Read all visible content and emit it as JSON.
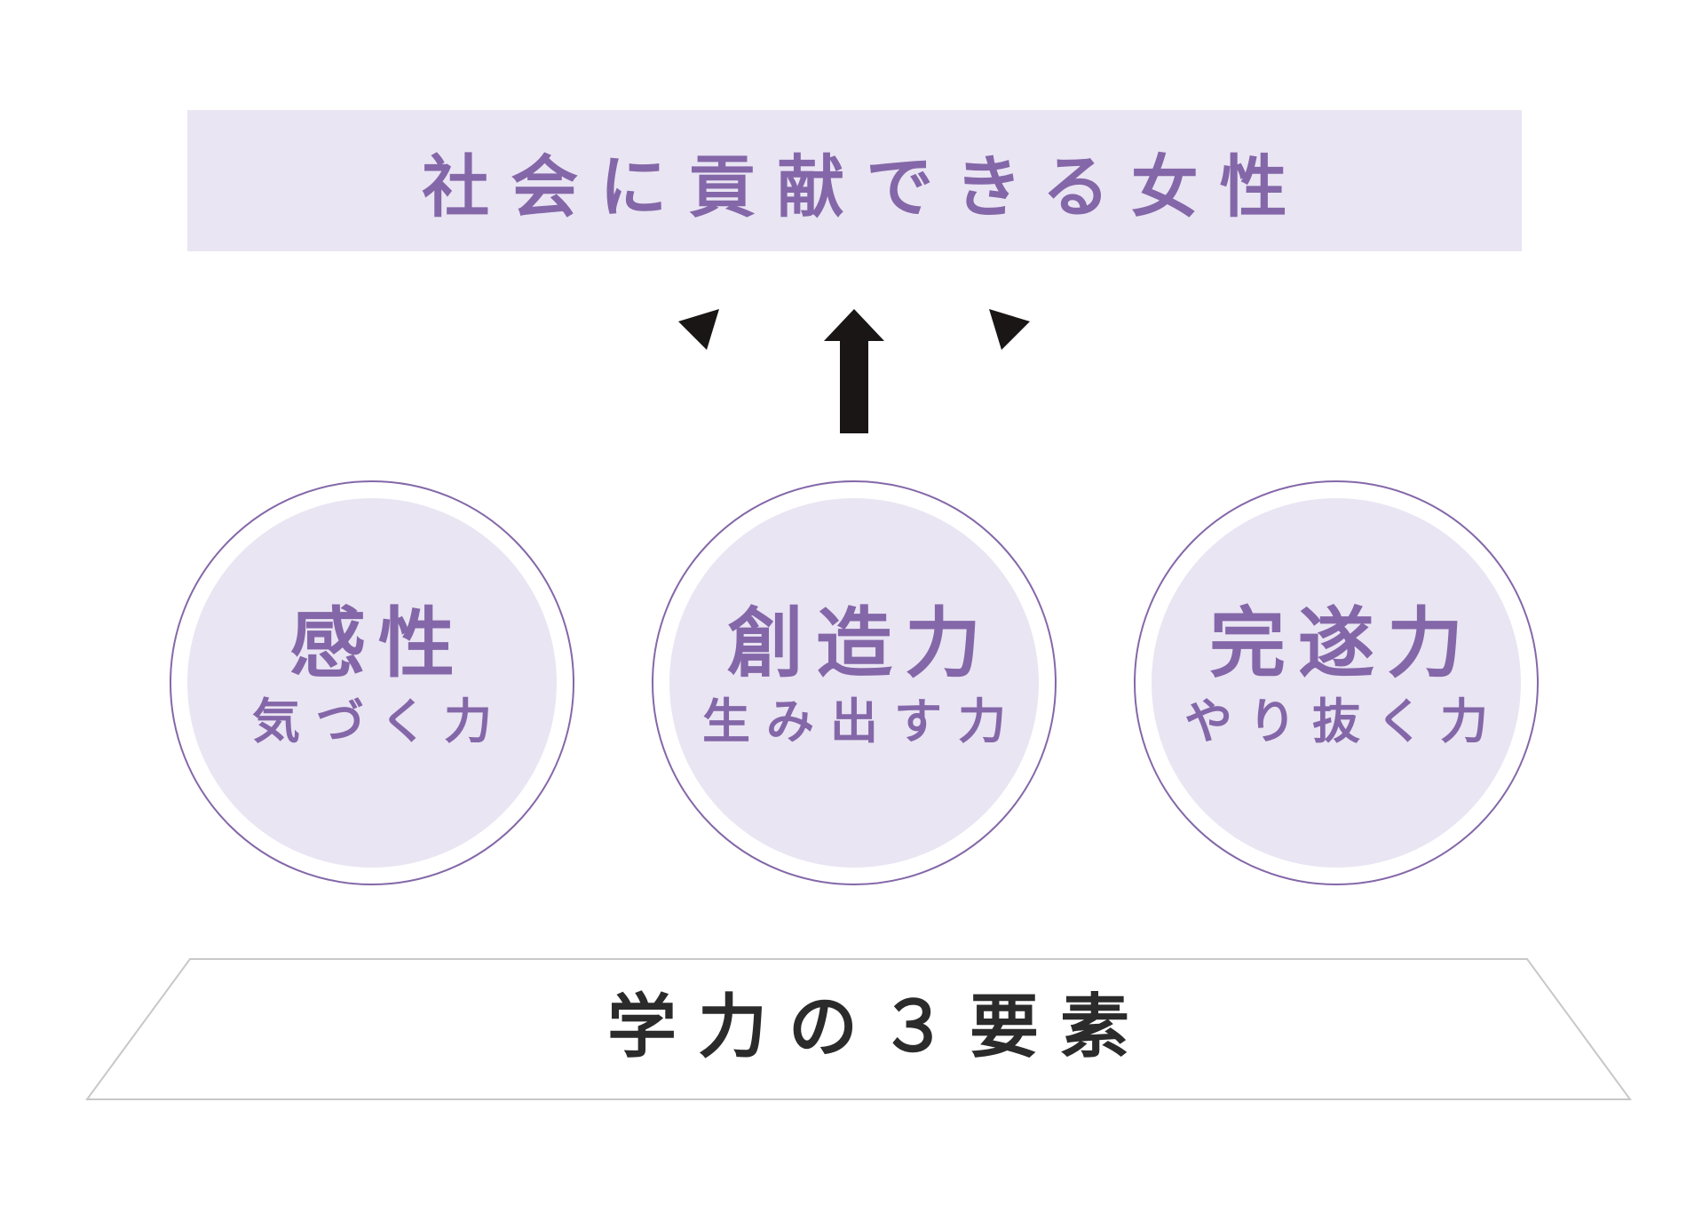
{
  "goal": {
    "text": "社会に貢献できる女性"
  },
  "elements": [
    {
      "title": "感性",
      "subtitle": "気づく力"
    },
    {
      "title": "創造力",
      "subtitle": "生み出す力"
    },
    {
      "title": "完遂力",
      "subtitle": "やり抜く力"
    }
  ],
  "base": {
    "text": "学力の３要素"
  },
  "colors": {
    "accent": "#8467a8",
    "fill": "#e9e5f3",
    "arrow": "#1a1616",
    "base_border": "#c8c8c8",
    "base_text": "#2b2b2b"
  }
}
